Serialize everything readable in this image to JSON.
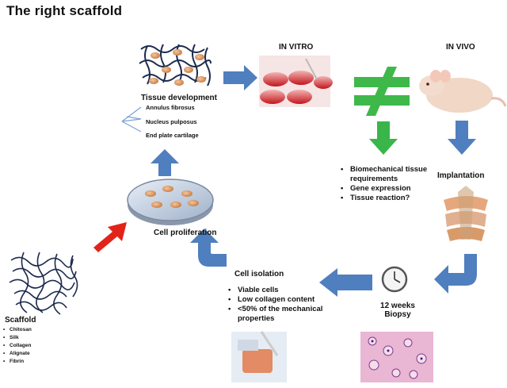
{
  "title": "The right scaffold",
  "labels": {
    "in_vitro": "IN VITRO",
    "in_vivo": "IN VIVO",
    "tissue_development": "Tissue development",
    "cell_proliferation": "Cell proliferation",
    "cell_isolation": "Cell isolation",
    "implantation": "Implantation",
    "biopsy_line1": "12 weeks",
    "biopsy_line2": "Biopsy",
    "scaffold": "Scaffold"
  },
  "tissue_types": [
    "Annulus fibrosus",
    "Nucleus pulposus",
    "End plate cartilage"
  ],
  "in_vitro_outcomes": [
    "Biomechanical tissue requirements",
    "Gene expression",
    "Tissue reaction?"
  ],
  "cell_isolation_outcomes": [
    "Viable cells",
    "Low collagen content",
    "<50% of the mechanical properties"
  ],
  "scaffold_materials": [
    "Chitosan",
    "Silk",
    "Collagen",
    "Alignate",
    "Fibrin"
  ],
  "not_equal_symbol": "≠",
  "colors": {
    "arrow_blue": "#4f7fbe",
    "arrow_green": "#3ab54a",
    "arrow_red": "#e2231a",
    "not_equal": "#3fb84a"
  }
}
